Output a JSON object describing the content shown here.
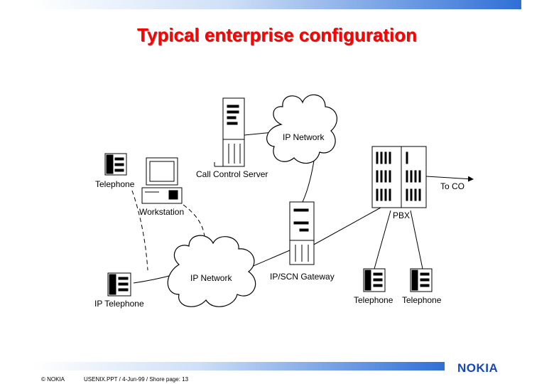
{
  "slide": {
    "title": "Typical enterprise configuration",
    "logo": "NOKIA"
  },
  "diagram": {
    "labels": {
      "call_control_server": "Call Control Server",
      "ip_network_top": "IP Network",
      "ip_network_bottom": "IP Network",
      "telephone_left": "Telephone",
      "workstation": "Workstation",
      "ip_telephone": "IP Telephone",
      "gateway": "IP/SCN Gateway",
      "pbx": "PBX",
      "to_co": "To CO",
      "telephone_pbx_1": "Telephone",
      "telephone_pbx_2": "Telephone"
    }
  },
  "footer": {
    "copyright": "© NOKIA",
    "info": "USENIX.PPT / 4-Jun-99 / Shore   page: 13"
  }
}
